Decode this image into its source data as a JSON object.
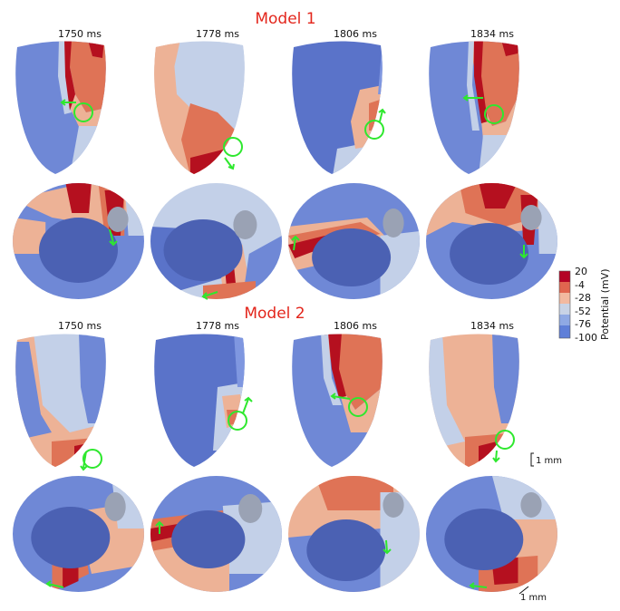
{
  "models": [
    {
      "title": "Model 1",
      "times": [
        "1750 ms",
        "1778 ms",
        "1806 ms",
        "1834 ms"
      ]
    },
    {
      "title": "Model 2",
      "times": [
        "1750 ms",
        "1778 ms",
        "1806 ms",
        "1834 ms"
      ]
    }
  ],
  "colorbar": {
    "label": "Potential (mV)",
    "ticks": [
      "20",
      "-4",
      "-28",
      "-52",
      "-76",
      "-100"
    ],
    "colors": [
      "#b40426",
      "#e0654f",
      "#f2b9a0",
      "#c8d3e6",
      "#8fa9e4",
      "#5f7fd8"
    ]
  },
  "scale_bars": {
    "view1": "1 mm",
    "view2": "1 mm"
  },
  "palette": {
    "deep_blue": "#5a73c9",
    "mid_blue": "#7f97e0",
    "light_blue": "#c3d0e8",
    "light_orange": "#edb296",
    "orange": "#df7356",
    "dark_red": "#b5101f",
    "marker_green": "#2ee82e"
  }
}
